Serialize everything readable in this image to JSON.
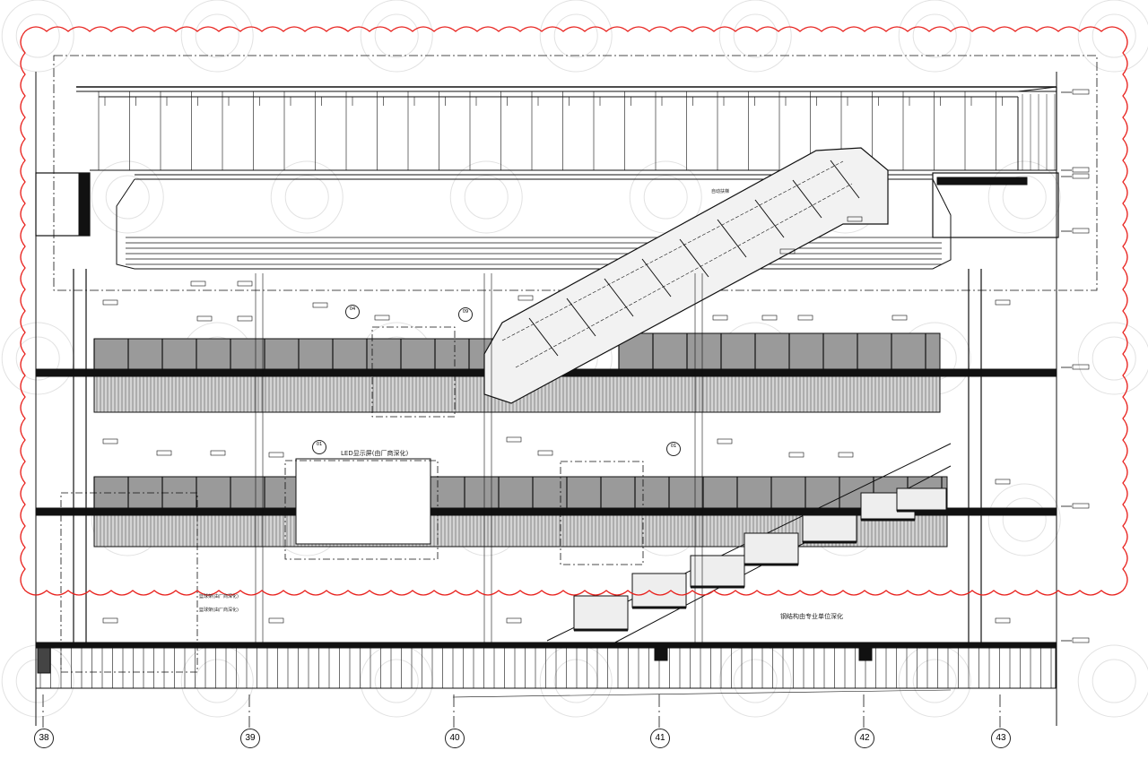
{
  "drawing": {
    "annotations": {
      "led_screen": "LED显示屏(由厂商深化)",
      "steel_structure": "钢结构由专业单位深化",
      "escalator": "自动扶梯",
      "basketball_hoop_1": "篮球架(由厂商深化)",
      "basketball_hoop_2": "篮球架(由厂商深化)"
    },
    "detail_bubbles": [
      "04",
      "09",
      "01",
      "01"
    ],
    "grid_axes": [
      "38",
      "39",
      "40",
      "41",
      "42",
      "43"
    ],
    "colors": {
      "revision_cloud": "#e8201c",
      "line": "#111111",
      "watermark": "#d8d8d8"
    }
  }
}
